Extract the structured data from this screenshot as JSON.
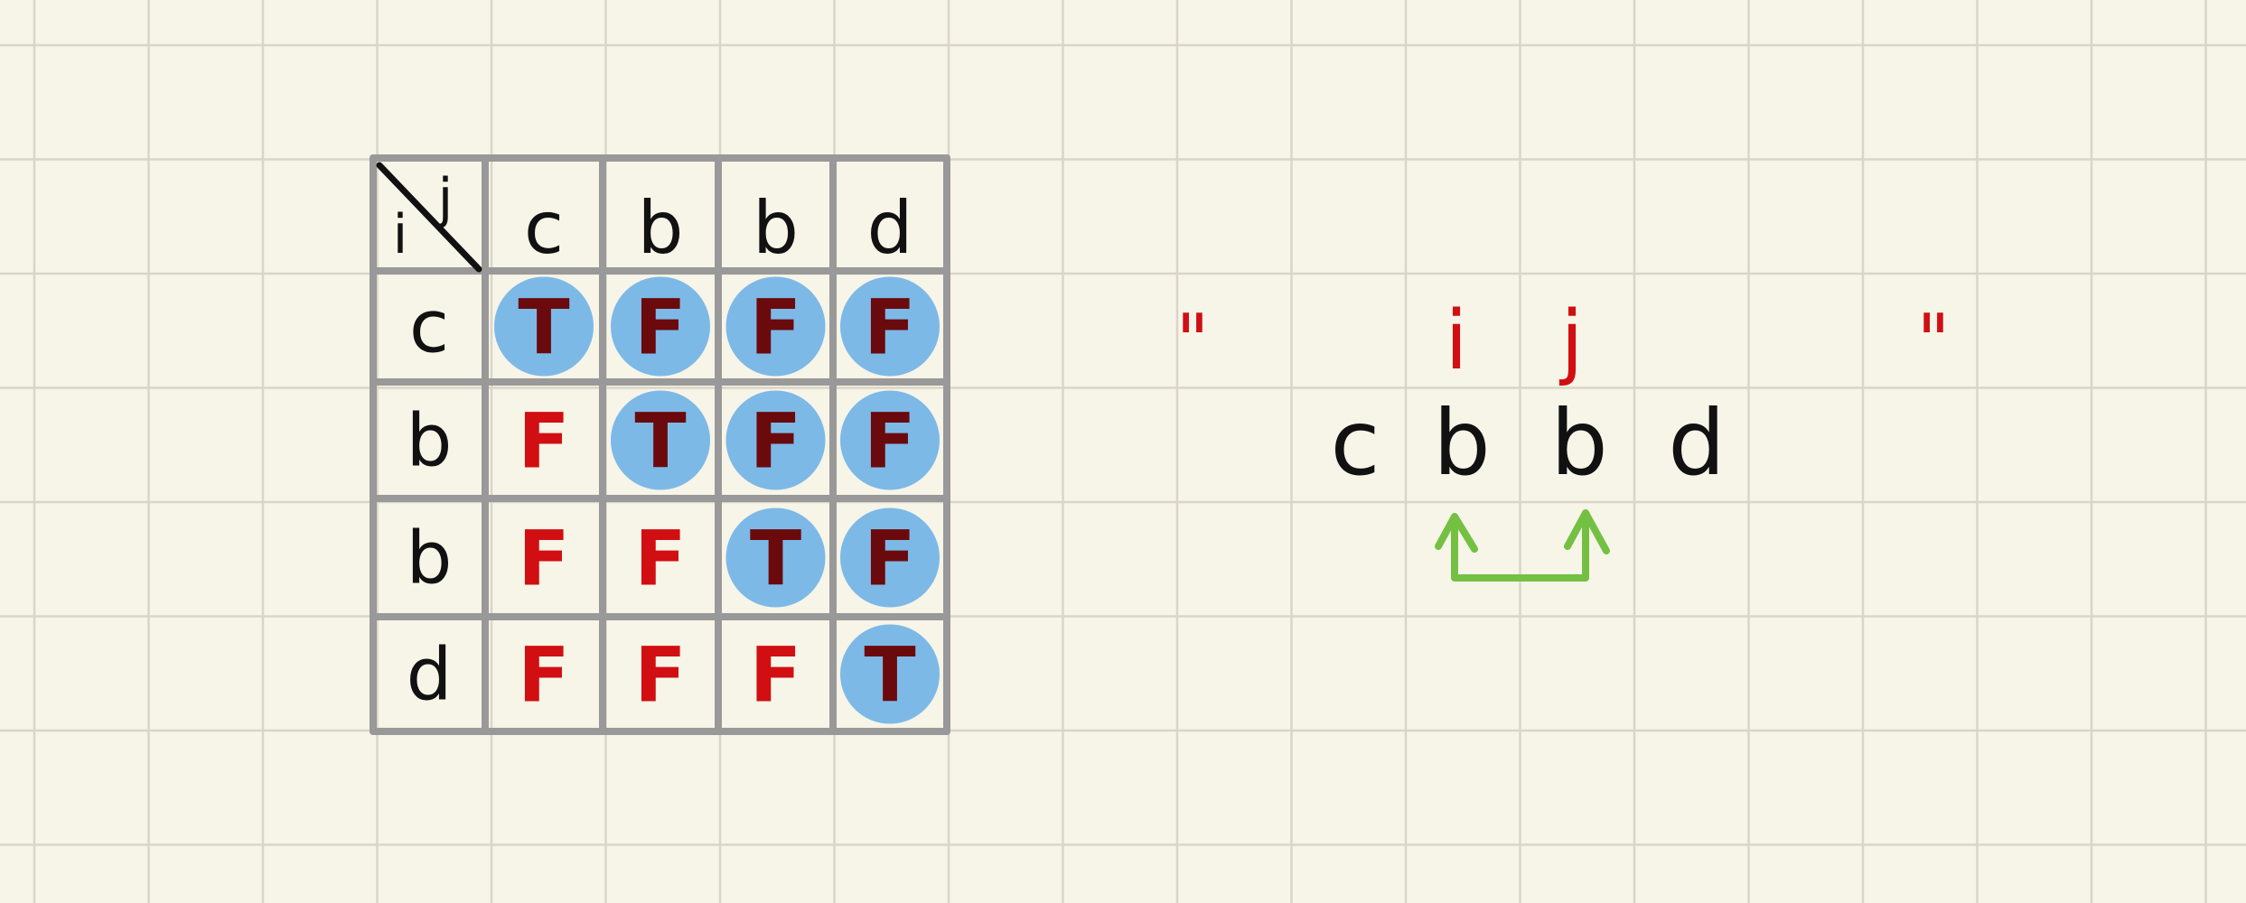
{
  "colors": {
    "background": "#f7f4e8",
    "grid": "#d9d6c8",
    "table_border": "#999999",
    "ink_black": "#111111",
    "ink_red": "#d10f12",
    "ink_dark_red": "#6b0a0c",
    "highlight_blue": "#72b3e6",
    "arrow_green": "#74c043"
  },
  "table": {
    "corner_row_label": "i",
    "corner_col_label": "j",
    "col_headers": [
      "c",
      "b",
      "b",
      "d"
    ],
    "row_headers": [
      "c",
      "b",
      "b",
      "d"
    ],
    "cells": [
      [
        "T",
        "F",
        "F",
        "F"
      ],
      [
        "F",
        "T",
        "F",
        "F"
      ],
      [
        "F",
        "F",
        "T",
        "F"
      ],
      [
        "F",
        "F",
        "F",
        "T"
      ]
    ],
    "highlighted": [
      [
        true,
        true,
        true,
        true
      ],
      [
        false,
        true,
        true,
        true
      ],
      [
        false,
        false,
        true,
        true
      ],
      [
        false,
        false,
        false,
        true
      ]
    ]
  },
  "string_example": {
    "open_quote": "\"",
    "close_quote": "\"",
    "chars": [
      "c",
      "b",
      "b",
      "d"
    ],
    "pointer_i": "i",
    "pointer_j": "j"
  }
}
